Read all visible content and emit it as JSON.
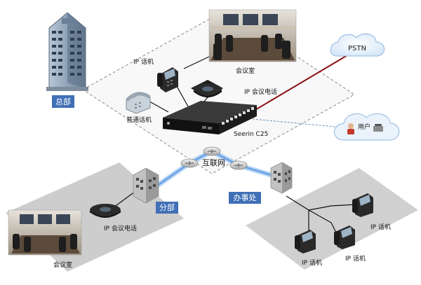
{
  "labels": {
    "hq": "总部",
    "branch": "分部",
    "office": "办事处",
    "internet": "互联网",
    "pstn": "PSTN",
    "user": "用户",
    "device": "Seerin C25",
    "ip_phone_hq": "IP 话机",
    "conf_phone_hq": "IP 会议电话",
    "analog_phone": "普通话机",
    "meeting_room_hq": "会议室",
    "conf_phone_branch": "IP 会议电话",
    "meeting_room_branch": "会议室",
    "ip_phone_office_1": "IP 话机",
    "ip_phone_office_2": "IP 话机",
    "ip_phone_office_3": "IP 话机"
  },
  "colors": {
    "badge_bg": "#3f6fb5",
    "pstn_link": "#8b1010",
    "vpn_glow": "#9cc6f2",
    "cloud_fill": "#eaf3fc",
    "cloud_stroke": "#8fb5dc",
    "platform_gray": "#cfcfcf",
    "hq_dash": "#8a8a8a"
  },
  "icons": [
    "office-building-icon",
    "router-icon",
    "cloud-icon",
    "ip-phone-icon",
    "conference-phone-icon",
    "analog-phone-icon",
    "pbx-device-icon",
    "meeting-room-photo",
    "user-icon",
    "branch-building-icon"
  ]
}
